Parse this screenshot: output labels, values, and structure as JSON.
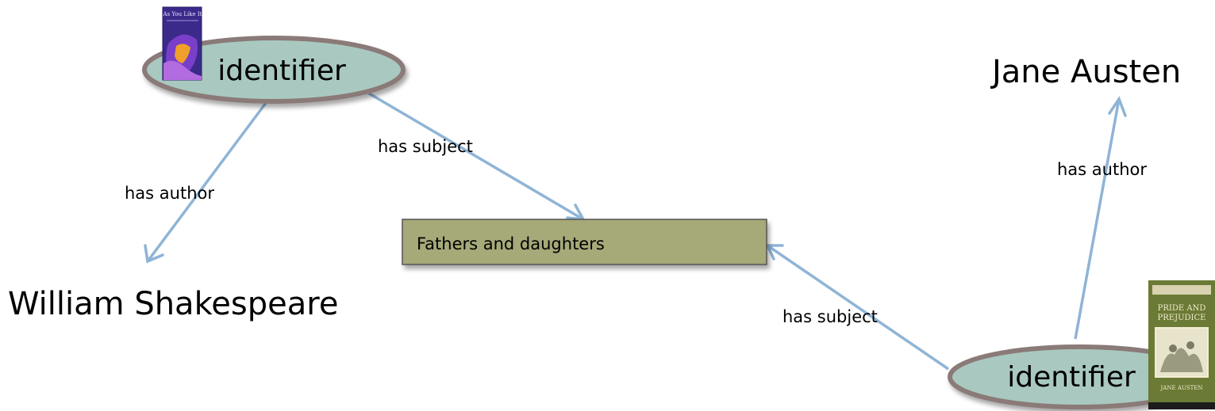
{
  "nodes": {
    "identifier_left": {
      "label": "identifier"
    },
    "identifier_right": {
      "label": "identifier"
    },
    "author_left": {
      "label": "William Shakespeare"
    },
    "author_right": {
      "label": "Jane Austen"
    },
    "subject": {
      "label": "Fathers and daughters"
    }
  },
  "edges": {
    "left_author": {
      "label": "has author"
    },
    "left_subject": {
      "label": "has subject"
    },
    "right_author": {
      "label": "has author"
    },
    "right_subject": {
      "label": "has subject"
    }
  },
  "covers": {
    "left": {
      "title": "As You Like It"
    },
    "right": {
      "title_top": "PRIDE AND",
      "title_bottom": "PREJUDICE",
      "author": "JANE AUSTEN"
    }
  },
  "colors": {
    "ellipse_fill": "#a9c9c0",
    "ellipse_border": "#8a7a78",
    "box_fill": "#a6a978",
    "box_border": "#555555",
    "edge": "#8fb4d6"
  }
}
